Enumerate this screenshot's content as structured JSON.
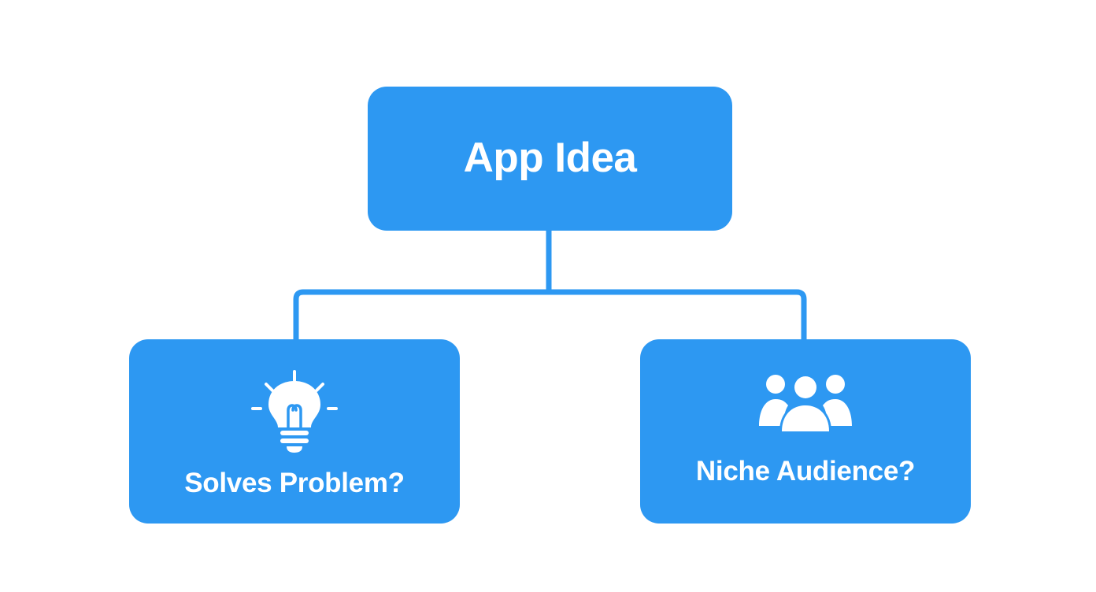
{
  "colors": {
    "node_fill": "#2D98F2",
    "connector": "#2D98F2",
    "text": "#FFFFFF",
    "background": "#FFFFFF"
  },
  "root": {
    "label": "App Idea"
  },
  "children": [
    {
      "label": "Solves Problem?",
      "icon": "lightbulb-icon"
    },
    {
      "label": "Niche Audience?",
      "icon": "users-group-icon"
    }
  ]
}
